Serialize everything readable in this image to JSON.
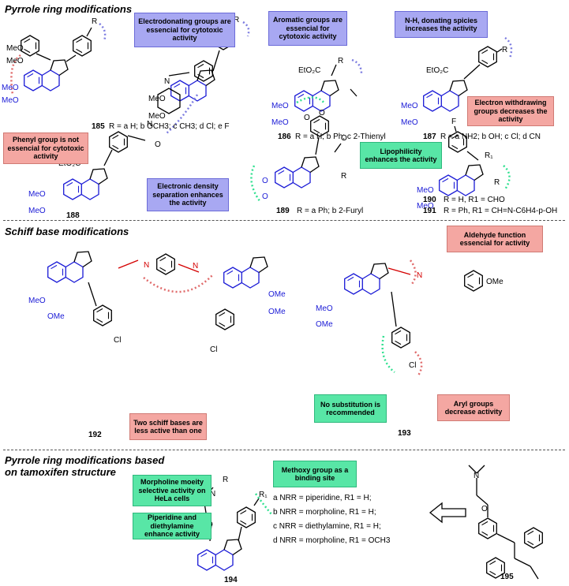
{
  "sections": {
    "s1": "Pyrrole ring modifications",
    "s2": "Schiff base modifications",
    "s3": "Pyrrole ring modifications based",
    "s3b": "on tamoxifen structure"
  },
  "notes": {
    "n1": "Electrodonating groups are essencial for cytotoxic activity",
    "n2": "Aromatic groups are essencial for cytotoxic activity",
    "n3": "N-H, donating spicies increases the activity",
    "n4": "Phenyl group is not essencial for cytotoxic activity",
    "n5": "Electron withdrawing groups decreases the activity",
    "n6": "Lipophilicity enhances the activity",
    "n7": "Electronic density separation enhances the activity",
    "n8": "Aldehyde function essencial for activity",
    "n9": "No substitution is recommended",
    "n10": "Aryl groups decrease activity",
    "n11": "Two schiff bases are less active than one",
    "n12": "Methoxy group as a binding site",
    "n13": "Morpholine moeity selective activity on HeLa cells",
    "n14": "Piperidine and diethylamine enhance activity"
  },
  "compounds": {
    "c185_num": "185",
    "c185_desc": "R = a H; b OCH3; c CH3; d Cl; e F",
    "c186_num": "186",
    "c186_desc": "R = a H; b Ph; c 2-Thienyl",
    "c187_num": "187",
    "c187_desc": "R = a NH2; b OH; c Cl; d CN",
    "c188_num": "188",
    "c189_num": "189",
    "c189_desc": "R = a Ph; b 2-Furyl",
    "c190_num": "190",
    "c190_desc": "R = H, R1 = CHO",
    "c191_num": "191",
    "c191_desc": "R = Ph, R1 = CH=N-C6H4-p-OH",
    "c192_num": "192",
    "c193_num": "193",
    "c194_num": "194",
    "c195_num": "195"
  },
  "list194": [
    "a  NRR = piperidine, R1 = H;",
    "b  NRR = morpholine, R1 = H;",
    "c  NRR = diethylamine, R1 = H;",
    "d  NRR = morpholine, R1 = OCH3"
  ],
  "atoms": {
    "meo": "MeO",
    "ome": "OMe",
    "r": "R",
    "r1": "R1",
    "eto2c": "EtO2C",
    "n": "N",
    "o": "O",
    "f": "F",
    "cl": "Cl"
  },
  "colors": {
    "blue_note": "#a8a8f2",
    "red_note": "#f4a7a2",
    "green_note": "#58e6a6",
    "blue_dots": "#7c7ce0",
    "red_dots": "#e06a6a",
    "green_dots": "#30e090",
    "scaffold_blue": "#1a1ad6",
    "linker_red": "#d40000"
  }
}
